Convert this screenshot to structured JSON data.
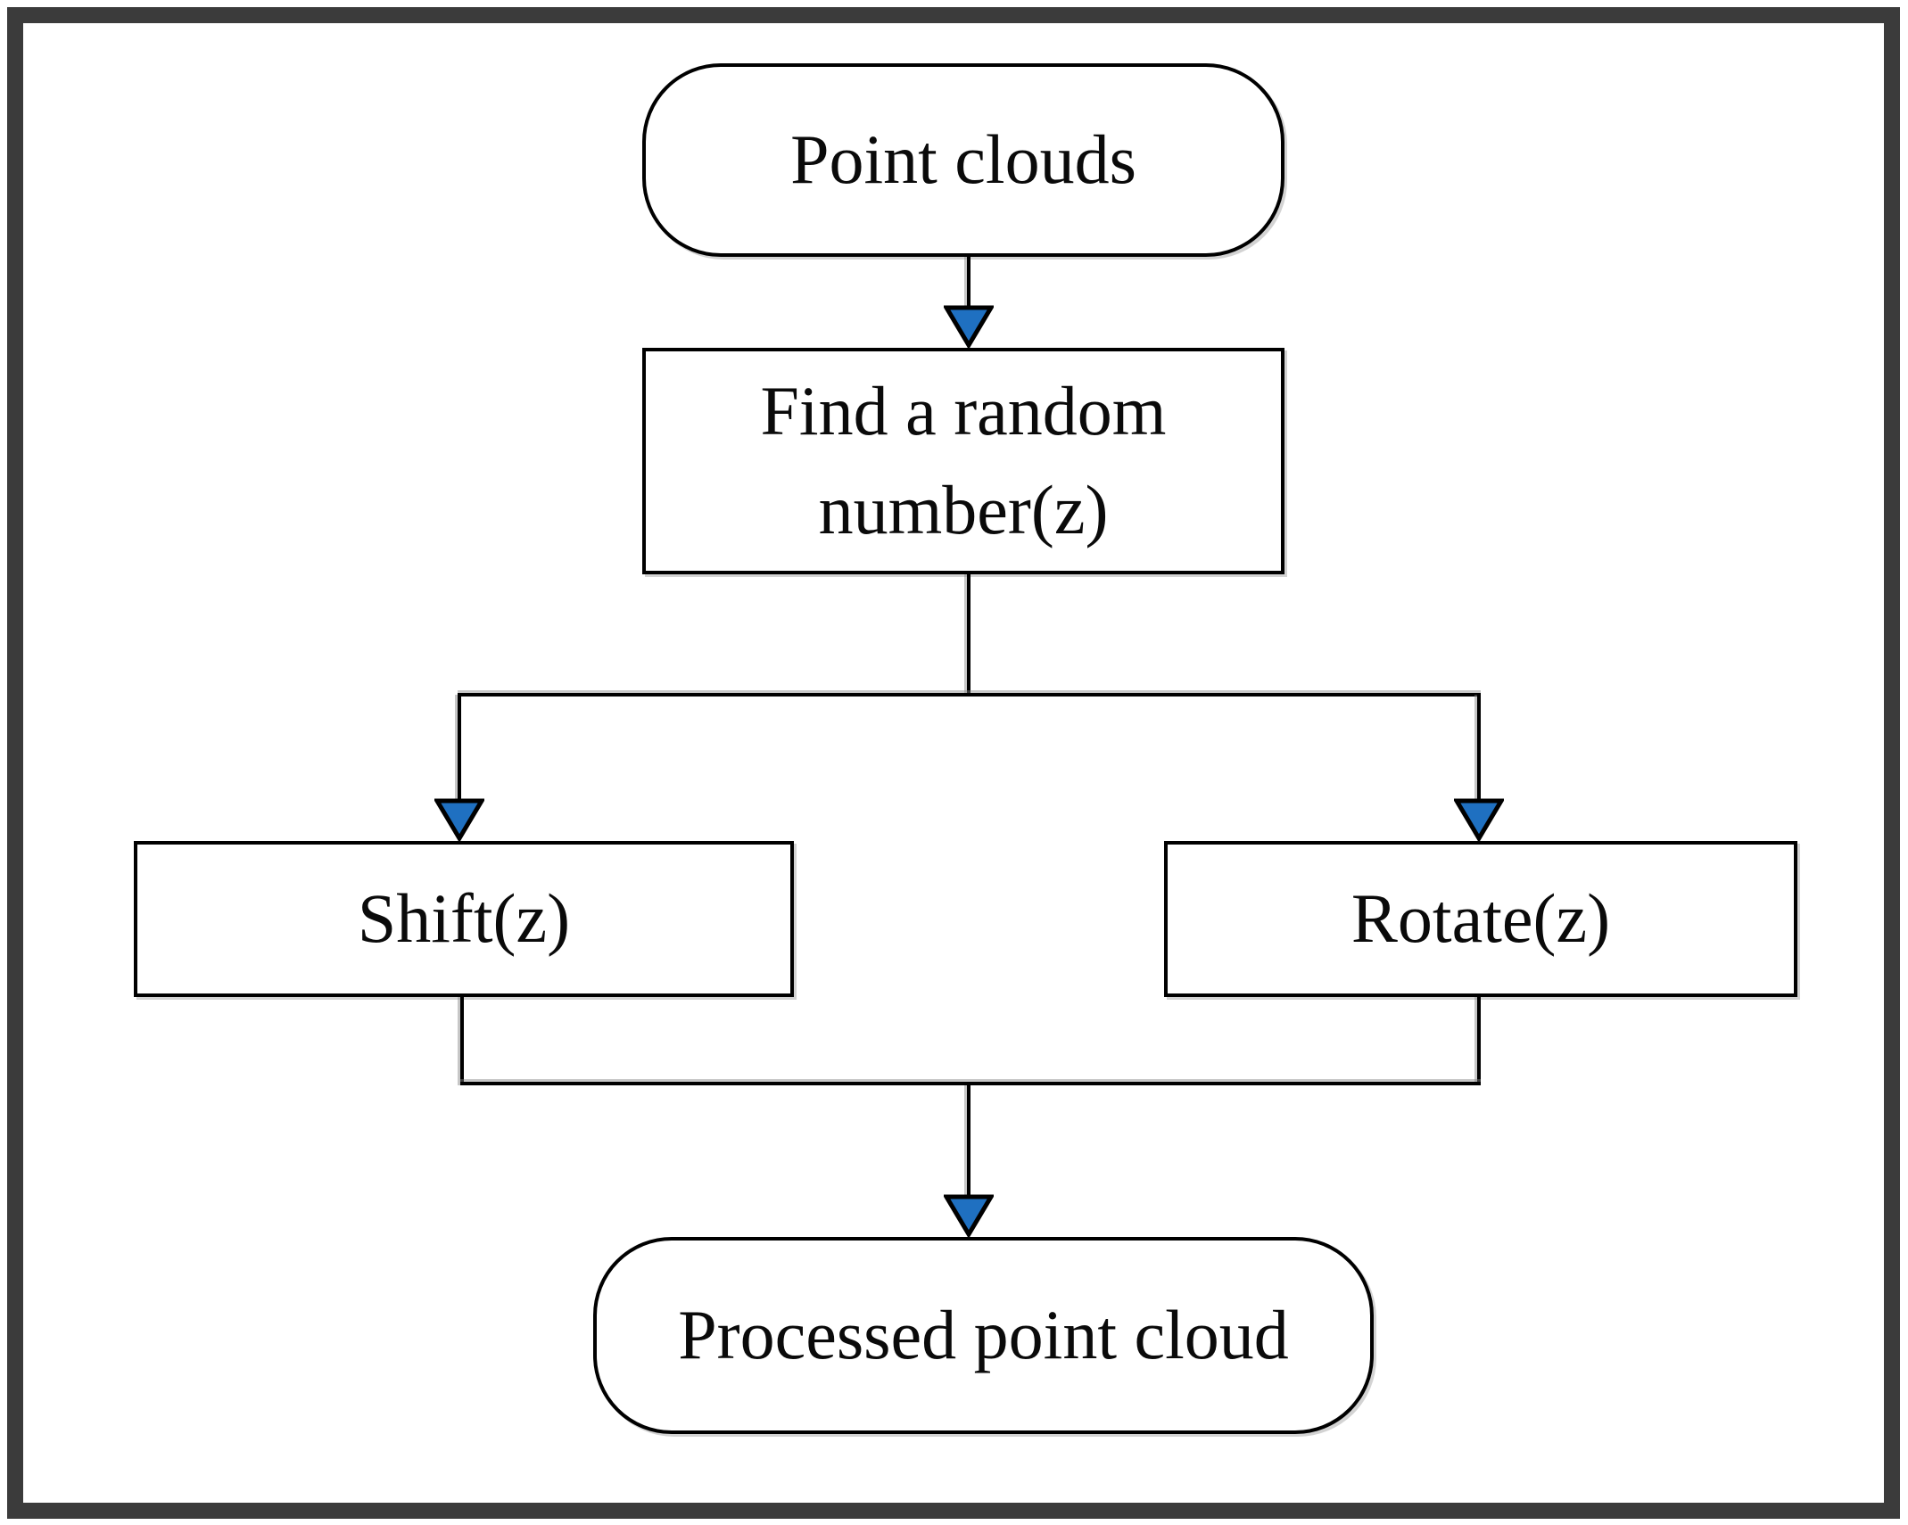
{
  "colors": {
    "background": "#ffffff",
    "frame_gray": "#3b3b3b",
    "line": "#000000",
    "node_border": "#000000",
    "text": "#0a0a0a",
    "arrowhead_blue": "#1f70c1"
  },
  "nodes": {
    "point_clouds": {
      "label": "Point clouds",
      "shape": "terminator"
    },
    "find_random": {
      "label": "Find a random number(z)",
      "shape": "process"
    },
    "shift": {
      "label": "Shift(z)",
      "shape": "process"
    },
    "rotate": {
      "label": "Rotate(z)",
      "shape": "process"
    },
    "processed": {
      "label": "Processed point cloud",
      "shape": "terminator"
    }
  },
  "edges": [
    {
      "from": "point_clouds",
      "to": "find_random"
    },
    {
      "from": "find_random",
      "to": "shift"
    },
    {
      "from": "find_random",
      "to": "rotate"
    },
    {
      "from": "shift",
      "to": "processed"
    },
    {
      "from": "rotate",
      "to": "processed"
    }
  ]
}
